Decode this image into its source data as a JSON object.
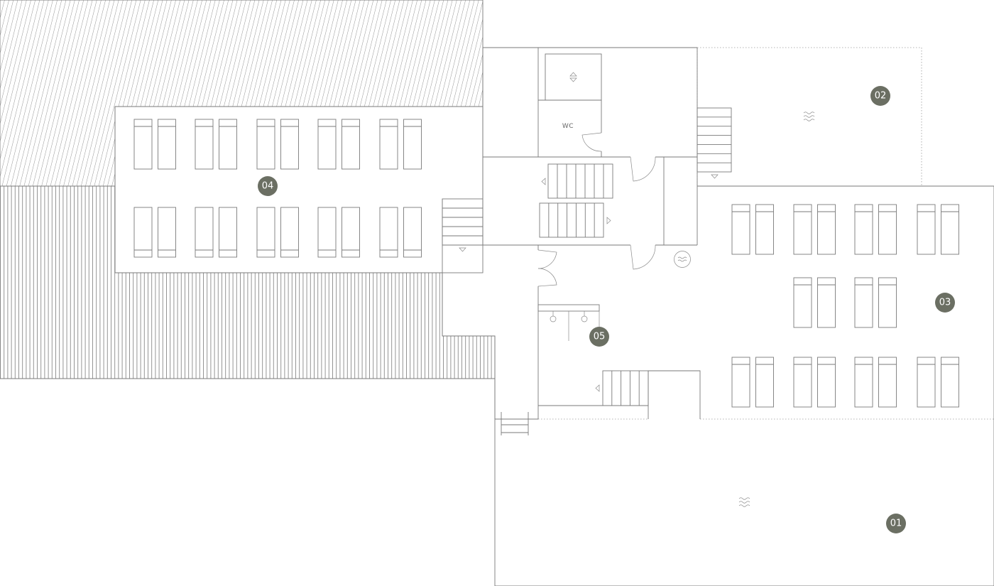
{
  "plan": {
    "labels": {
      "wc": "WC"
    },
    "markers": [
      {
        "id": "01",
        "label": "01"
      },
      {
        "id": "02",
        "label": "02"
      },
      {
        "id": "03",
        "label": "03"
      },
      {
        "id": "04",
        "label": "04"
      },
      {
        "id": "05",
        "label": "05"
      }
    ],
    "colors": {
      "line": "#7a7a7a",
      "marker_fill": "#6b6f63",
      "marker_text": "#ffffff",
      "background": "#ffffff"
    },
    "icons": [
      "water-icon",
      "elevator-icon",
      "direction-arrow-icon",
      "door-swing-icon"
    ]
  }
}
